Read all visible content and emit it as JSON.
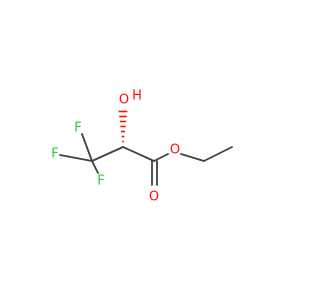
{
  "molecule": {
    "atoms": [
      {
        "id": "F1",
        "label": "F",
        "color": "#32cd32"
      },
      {
        "id": "F2",
        "label": "F",
        "color": "#32cd32"
      },
      {
        "id": "F3",
        "label": "F",
        "color": "#32cd32"
      },
      {
        "id": "O_hydroxyl",
        "label": "O",
        "color": "#ff0d0d"
      },
      {
        "id": "H_hydroxyl",
        "label": "H",
        "color": "#ff0d0d"
      },
      {
        "id": "O_carbonyl",
        "label": "O",
        "color": "#ff0d0d"
      },
      {
        "id": "O_ester",
        "label": "O",
        "color": "#ff0d0d"
      }
    ],
    "bond_color": "#404040",
    "stereo_mark": "hashed-wedge"
  }
}
